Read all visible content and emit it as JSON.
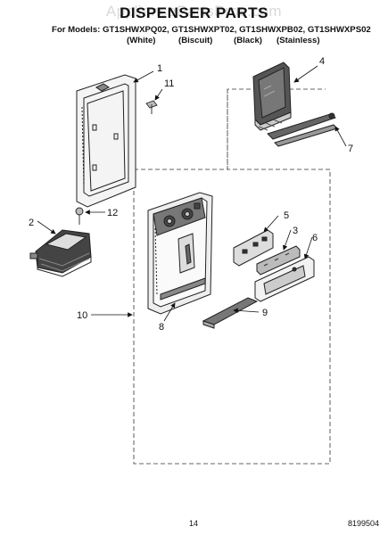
{
  "header": {
    "title": "DISPENSER PARTS",
    "watermark": "AppliancePartsPros.com",
    "models_label": "For Models:",
    "models": [
      "GT1SHWXPQ02,",
      "GT1SHWXPT02,",
      "GT1SHWXPB02,",
      "GT1SHWXPS02"
    ],
    "colors": [
      "(White)",
      "(Biscuit)",
      "(Black)",
      "(Stainless)"
    ]
  },
  "callouts": [
    "1",
    "11",
    "4",
    "7",
    "12",
    "2",
    "5",
    "3",
    "6",
    "10",
    "8",
    "9"
  ],
  "footer": {
    "page_number": "14",
    "doc_number": "8199504"
  }
}
